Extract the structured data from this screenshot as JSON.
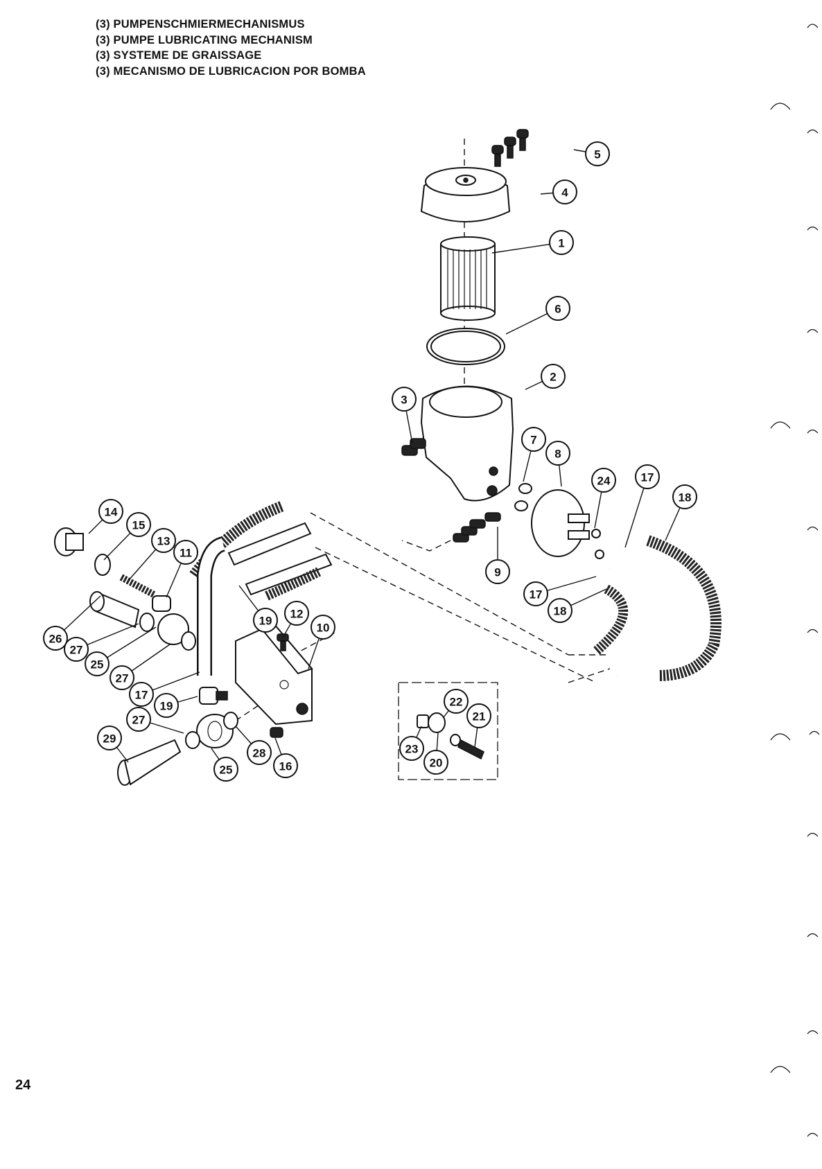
{
  "titles": [
    "(3) PUMPENSCHMIERMECHANISMUS",
    "(3) PUMPE LUBRICATING MECHANISM",
    "(3) SYSTEME DE GRAISSAGE",
    "(3) MECANISMO DE LUBRICACION POR BOMBA"
  ],
  "callouts": [
    "5",
    "4",
    "1",
    "6",
    "2",
    "3",
    "7",
    "8",
    "24",
    "17",
    "18",
    "9",
    "17",
    "18",
    "14",
    "15",
    "13",
    "11",
    "26",
    "27",
    "25",
    "27",
    "17",
    "19",
    "27",
    "29",
    "19",
    "12",
    "10",
    "25",
    "28",
    "16",
    "22",
    "21",
    "23",
    "20"
  ],
  "page_number": "24"
}
